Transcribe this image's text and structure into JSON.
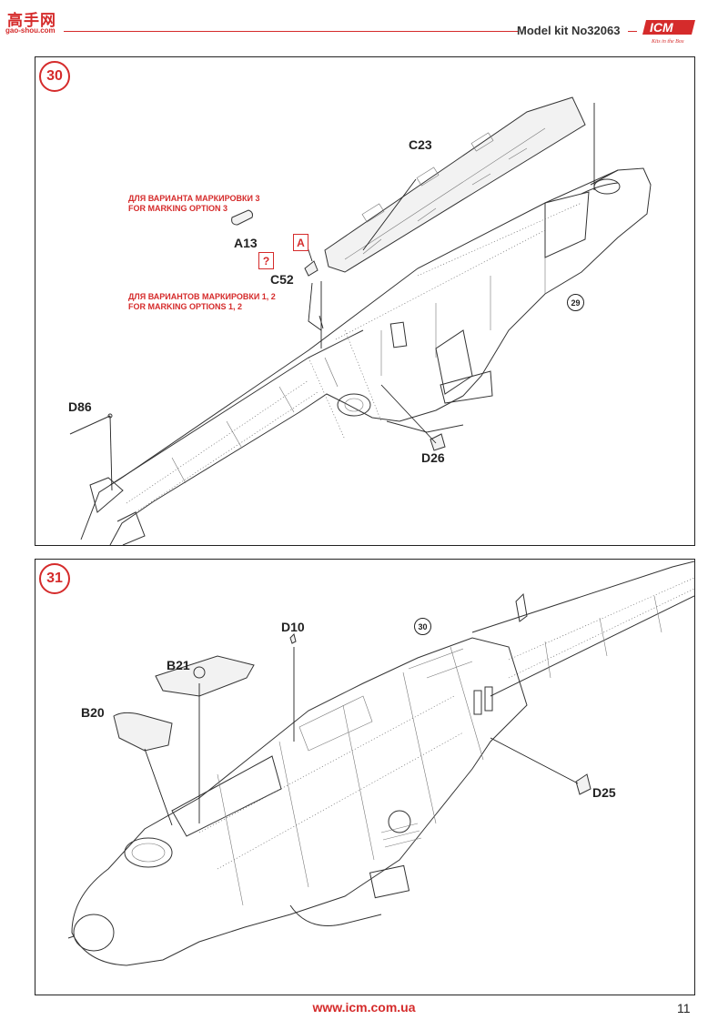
{
  "header": {
    "site_logo_text": "高手网",
    "site_logo_domain": "gao-shou.com",
    "model_kit": "Model kit No32063",
    "brand": "ICM",
    "brand_tagline": "Kits in the Box"
  },
  "steps": [
    {
      "number": "30",
      "ref_step": "29",
      "parts": {
        "c23": "C23",
        "a13": "A13",
        "c52": "C52",
        "d86": "D86",
        "d26": "D26"
      },
      "note_option3": [
        "ДЛЯ ВАРИАНТА МАРКИРОВКИ 3",
        "FOR MARKING OPTION 3"
      ],
      "note_options12": [
        "ДЛЯ ВАРИАНТОВ МАРКИРОВКИ 1, 2",
        "FOR MARKING OPTIONS 1, 2"
      ],
      "box_a": "A",
      "box_q": "?"
    },
    {
      "number": "31",
      "ref_step": "30",
      "parts": {
        "d10": "D10",
        "b21": "B21",
        "b20": "B20",
        "d25": "D25"
      }
    }
  ],
  "footer": {
    "url": "www.icm.com.ua",
    "page": "11"
  },
  "colors": {
    "accent": "#d52b2b",
    "line": "#333333"
  }
}
